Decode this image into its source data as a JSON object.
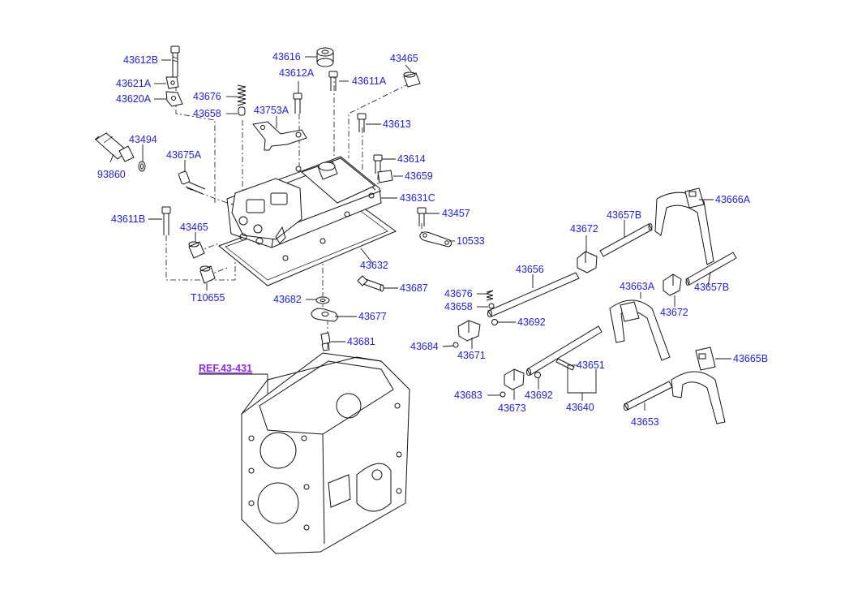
{
  "diagram": {
    "reference": "REF.43-431",
    "parts": {
      "p43612B": "43612B",
      "p43621A": "43621A",
      "p43620A": "43620A",
      "p43676a": "43676",
      "p43658a": "43658",
      "p43616": "43616",
      "p43612A": "43612A",
      "p43611A": "43611A",
      "p43465a": "43465",
      "p43753A": "43753A",
      "p43613": "43613",
      "p43494": "43494",
      "p93860": "93860",
      "p43675A": "43675A",
      "p43614": "43614",
      "p43659": "43659",
      "p43631C": "43631C",
      "p43666A": "43666A",
      "p43611B": "43611B",
      "p43465b": "43465",
      "p43457": "43457",
      "p43672a": "43672",
      "p43657Ba": "43657B",
      "p10533": "10533",
      "p43632": "43632",
      "p43656": "43656",
      "p43663A": "43663A",
      "p43657Bb": "43657B",
      "p43687": "43687",
      "p43676b": "43676",
      "p43658b": "43658",
      "pT10655": "T10655",
      "p43682": "43682",
      "p43677": "43677",
      "p43672b": "43672",
      "p43692a": "43692",
      "p43684": "43684",
      "p43671": "43671",
      "p43681": "43681",
      "p43665B": "43665B",
      "p43651": "43651",
      "p43683": "43683",
      "p43692b": "43692",
      "p43673": "43673",
      "p43640": "43640",
      "p43653": "43653"
    }
  }
}
